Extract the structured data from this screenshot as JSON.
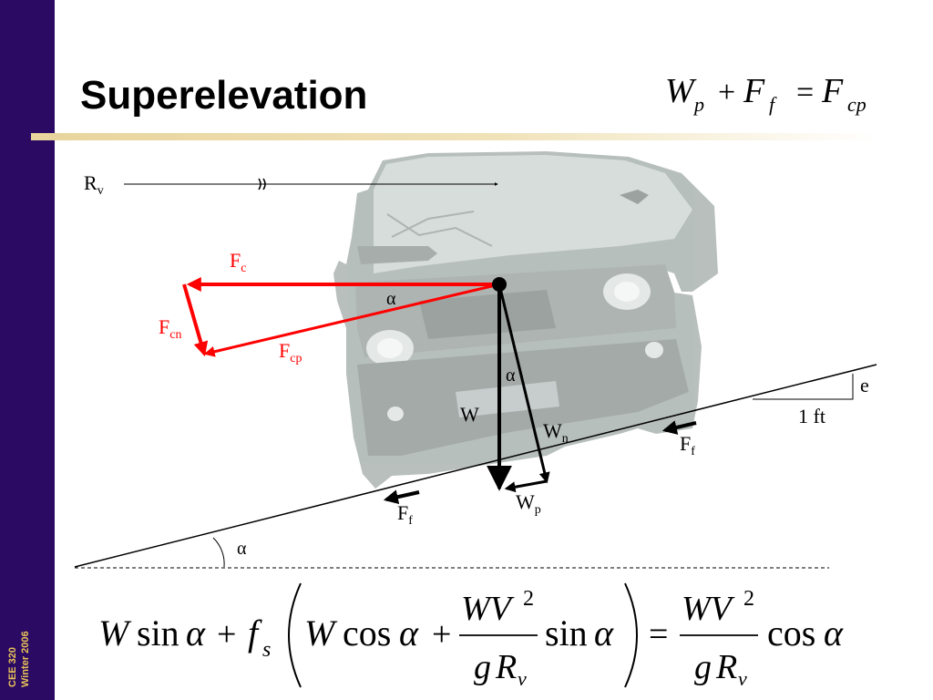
{
  "slide": {
    "title": "Superelevation",
    "footer_course": "CEE 320",
    "footer_term": "Winter 2006"
  },
  "equation_top": {
    "W": "W",
    "p": "p",
    "plus": "+",
    "F1": "F",
    "f": "f",
    "eq": "=",
    "F2": "F",
    "cp": "cp"
  },
  "diagram": {
    "Rv": "R",
    "Rv_sub": "v",
    "Fc": "F",
    "Fc_sub": "c",
    "Fcn": "F",
    "Fcn_sub": "cn",
    "Fcp": "F",
    "Fcp_sub": "cp",
    "alpha": "α",
    "W": "W",
    "Wn": "W",
    "Wn_sub": "n",
    "Wp": "W",
    "Wp_sub": "p",
    "Ff": "F",
    "Ff_sub": "f",
    "e": "e",
    "one_ft": "1 ft"
  },
  "equation_bottom": {
    "W1": "W",
    "sin1": "sin",
    "alpha": "α",
    "plus": "+",
    "f": "f",
    "s": "s",
    "W2": "W",
    "cos1": "cos",
    "WV": "WV",
    "sq": "2",
    "g": "g",
    "R": "R",
    "v": "v",
    "sin2": "sin",
    "eq": "=",
    "cos2": "cos"
  },
  "colors": {
    "sidebar": "#2b0a63",
    "footer_text": "#e8c458",
    "force_red": "#ff0000"
  },
  "icons": [
    "vehicle-photo"
  ]
}
